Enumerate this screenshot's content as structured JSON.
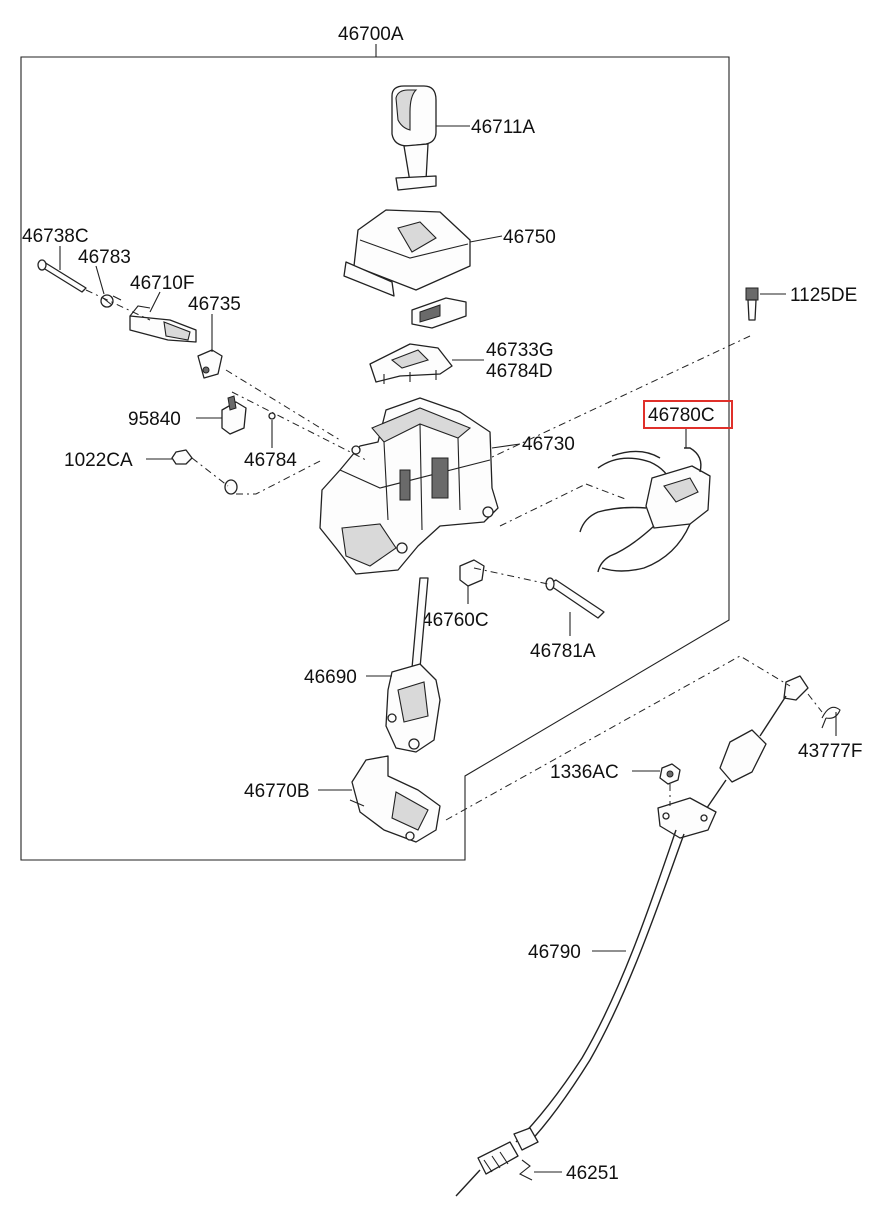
{
  "diagram": {
    "assembly_label": "46700A",
    "labels": {
      "p46711A": "46711A",
      "p46750": "46750",
      "p46738C": "46738C",
      "p46783": "46783",
      "p46710F": "46710F",
      "p46735": "46735",
      "p1125DE": "1125DE",
      "p46733G": "46733G",
      "p46784D": "46784D",
      "p46780C": "46780C",
      "p95840": "95840",
      "p46730": "46730",
      "p1022CA": "1022CA",
      "p46784": "46784",
      "p46760C": "46760C",
      "p46781A": "46781A",
      "p46690": "46690",
      "p43777F": "43777F",
      "p1336AC": "1336AC",
      "p46770B": "46770B",
      "p46790": "46790",
      "p46251": "46251"
    },
    "highlighted_part": "46780C",
    "highlight_color": "#e0302a"
  }
}
